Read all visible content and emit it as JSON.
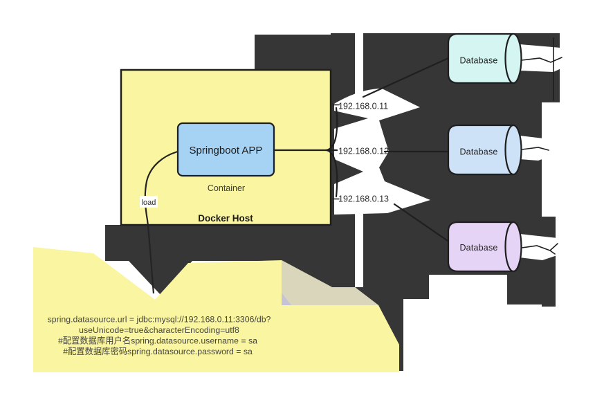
{
  "diagram": {
    "docker_host": {
      "label": "Docker Host",
      "container_label": "Container",
      "app_label": "Springboot APP",
      "load_label": "load"
    },
    "ips": [
      {
        "label": "192.168.0.11"
      },
      {
        "label": "192.168.0.12"
      },
      {
        "label": "192.168.0.13"
      }
    ],
    "databases": [
      {
        "label": "Database",
        "fill": "#D4F5F1"
      },
      {
        "label": "Database",
        "fill": "#CEE2F7"
      },
      {
        "label": "Database",
        "fill": "#E6D4F6"
      }
    ],
    "note": {
      "lines": [
        "spring.datasource.url = jdbc:mysql://192.168.0.11:3306/db?",
        "useUnicode=true&characterEncoding=utf8",
        "#配置数据库用户名spring.datasource.username = sa",
        "#配置数据库密码spring.datasource.password = sa"
      ]
    },
    "colors": {
      "host_fill": "#FAF5A0",
      "app_fill": "#A6D3F4",
      "note_fill": "#FAF5A0",
      "fold_fill": "#D9D6BB",
      "fold_accent": "#C6C3D8",
      "shadow": "#363636",
      "line": "#1F1F1F"
    }
  }
}
